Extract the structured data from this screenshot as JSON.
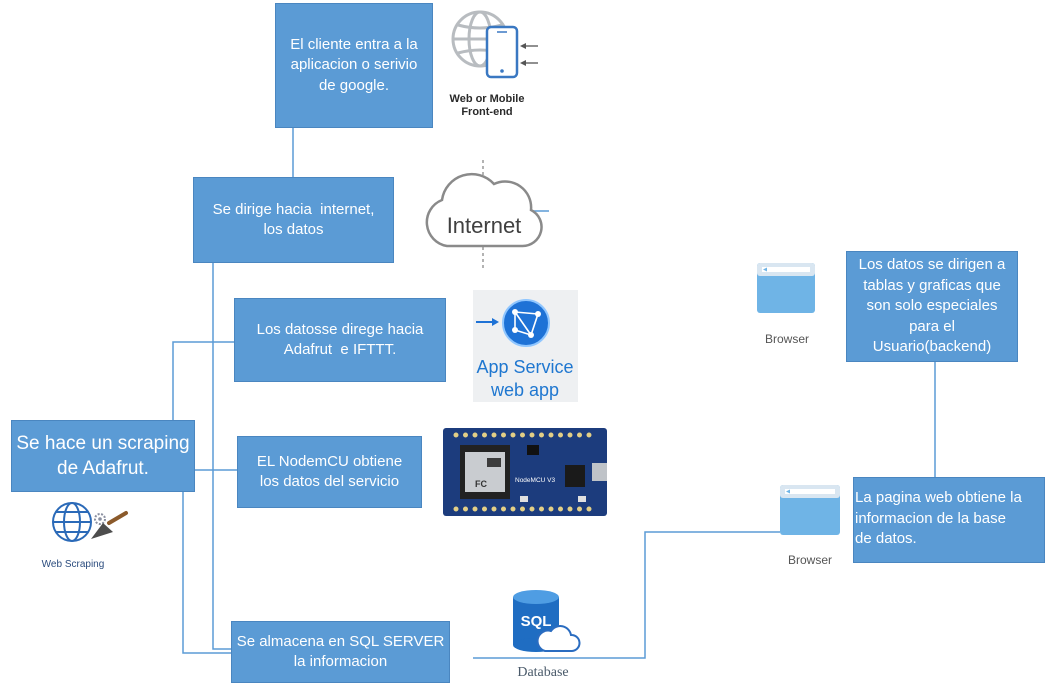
{
  "boxes": {
    "client": {
      "lines": [
        "El cliente entra a la",
        "aplicacion o serivio",
        "de google."
      ]
    },
    "internet": {
      "lines": [
        "Se dirige hacia  internet,",
        "los datos"
      ]
    },
    "adafruit": {
      "lines": [
        "Los datosse direge hacia",
        "Adafrut  e IFTTT."
      ]
    },
    "scraping": {
      "lines": [
        "Se hace un scraping",
        "de Adafrut."
      ]
    },
    "nodemcu": {
      "lines": [
        "EL NodemCU obtiene",
        "los datos del servicio"
      ]
    },
    "sql": {
      "lines": [
        "Se almacena en SQL SERVER",
        "la informacion"
      ]
    },
    "backend": {
      "lines": [
        "Los datos se dirigen a",
        "tablas y graficas que",
        "son solo especiales",
        "para el",
        "Usuario(backend)"
      ]
    },
    "webpage": {
      "lines": [
        "La pagina web obtiene la",
        "informacion de la base",
        "de datos."
      ]
    }
  },
  "icons": {
    "frontend": {
      "icon": "globe-phone-icon",
      "label_lines": [
        "Web or Mobile",
        "Front-end"
      ]
    },
    "internet": {
      "icon": "cloud-icon",
      "label": "Internet"
    },
    "app_service": {
      "icon": "app-service-icon",
      "label_lines": [
        "App Service",
        "web app"
      ]
    },
    "web_scraping": {
      "icon": "globe-trowel-icon",
      "label": "Web Scraping"
    },
    "nodemcu_board": {
      "icon": "nodemcu-board-icon",
      "label": "NodeMCU V3"
    },
    "database": {
      "icon": "sql-database-icon",
      "badge": "SQL",
      "label": "Database"
    },
    "browser_top": {
      "icon": "browser-window-icon",
      "label": "Browser"
    },
    "browser_bottom": {
      "icon": "browser-window-icon",
      "label": "Browser"
    }
  },
  "colors": {
    "box": "#5b9bd5",
    "box_text": "#ffffff",
    "connector": "#5b9bd5",
    "app_service_text": "#1f77d0"
  }
}
